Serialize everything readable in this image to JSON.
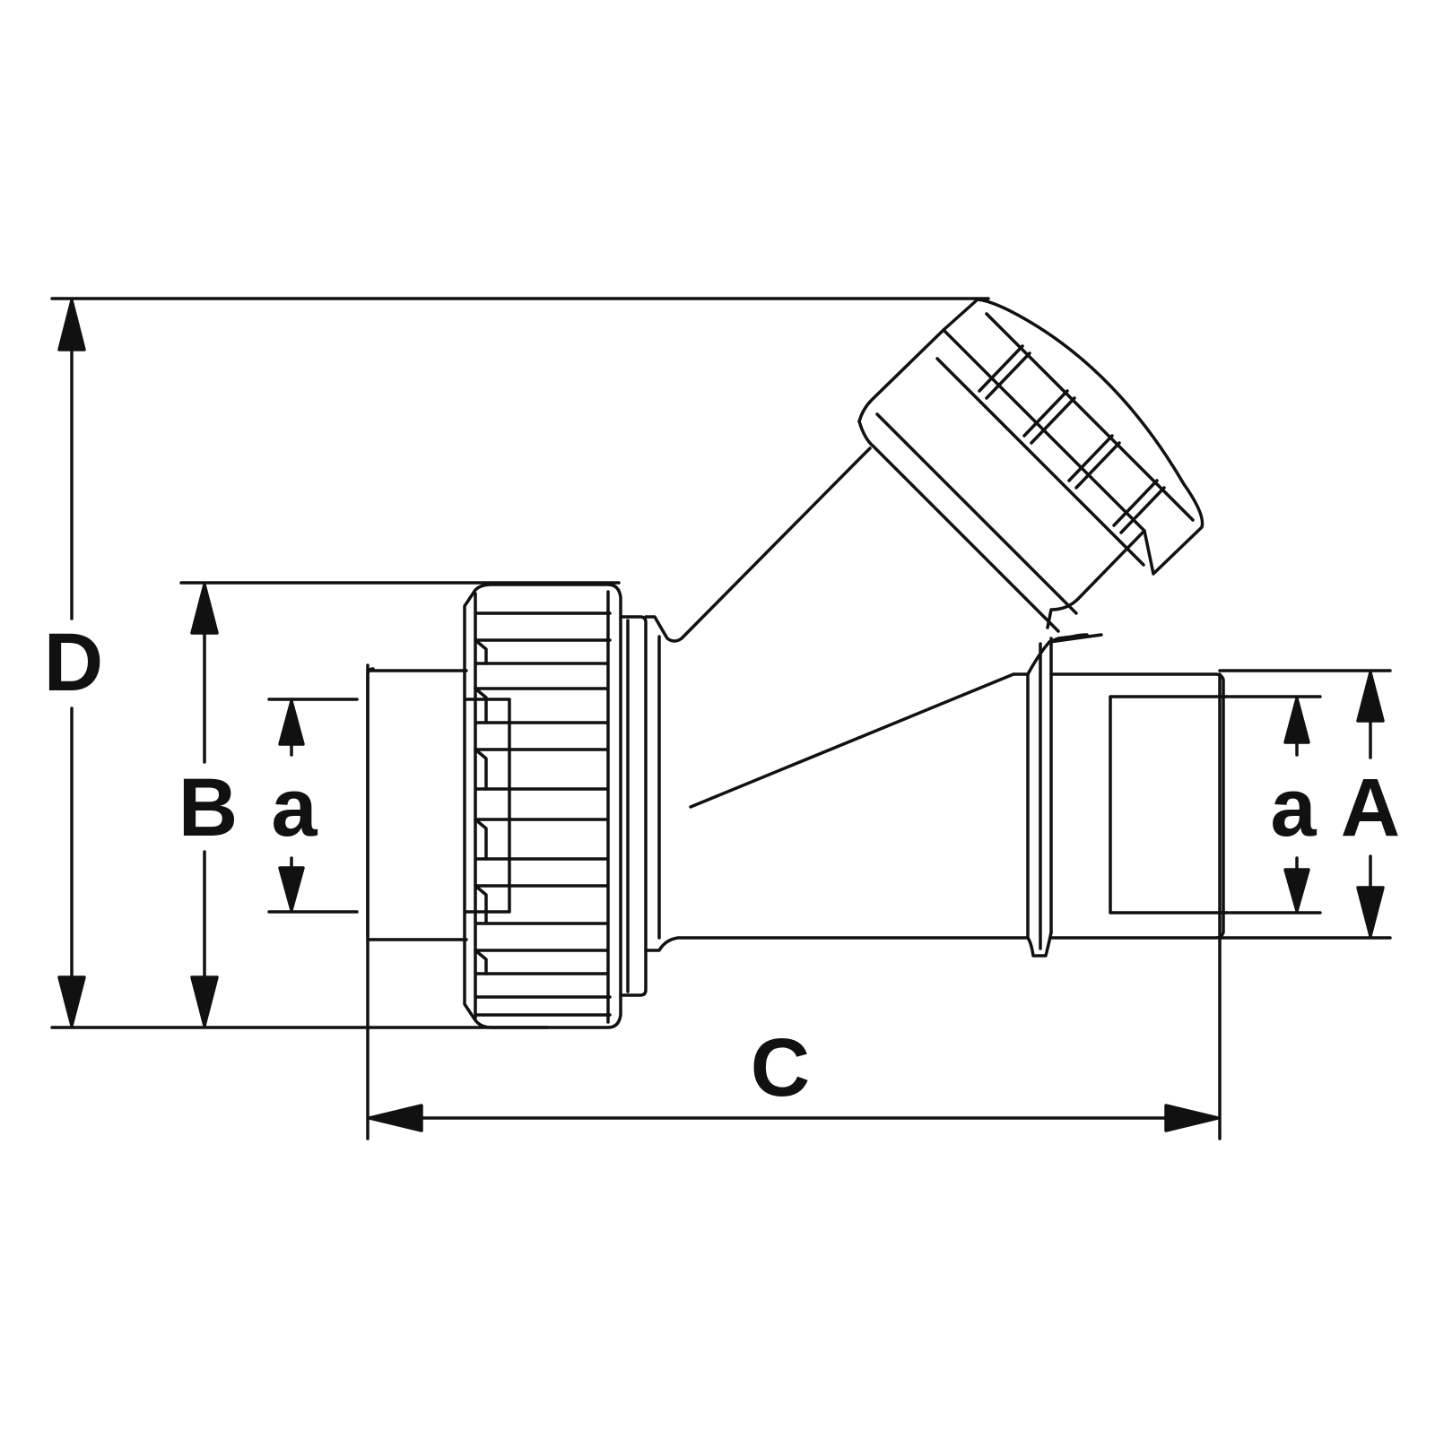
{
  "colors": {
    "ink": "#111111",
    "background": "#ffffff"
  },
  "labels": {
    "D": "D",
    "B": "B",
    "a_left": "a",
    "C": "C",
    "a_right": "a",
    "A": "A"
  }
}
